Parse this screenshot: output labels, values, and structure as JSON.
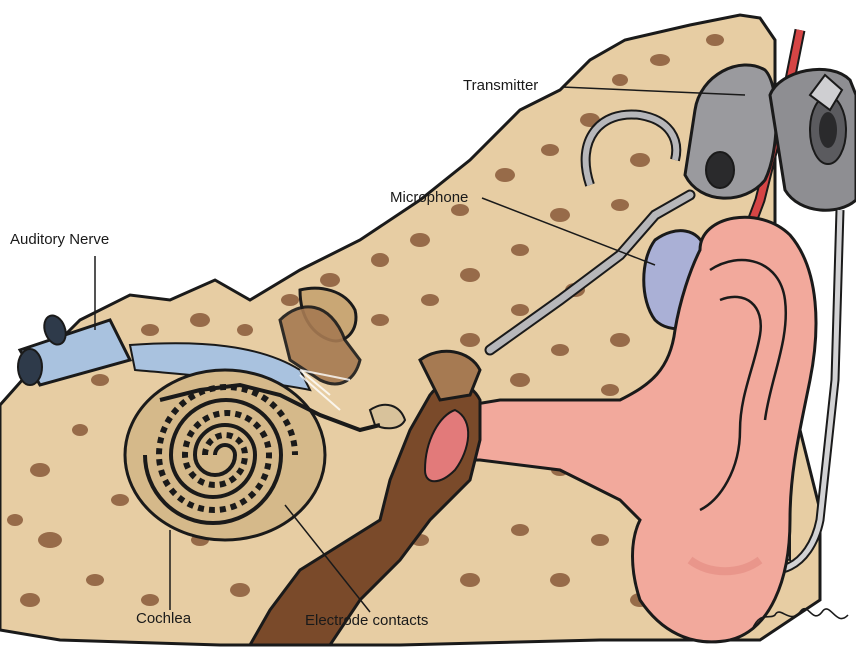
{
  "labels": {
    "transmitter": "Transmitter",
    "microphone": "Microphone",
    "auditory_nerve": "Auditory Nerve",
    "cochlea": "Cochlea",
    "electrode_contacts": "Electrode contacts"
  },
  "colors": {
    "bone": "#e7cda3",
    "bone_spots": "#8a5a3a",
    "skin": "#f2a99c",
    "skin_shadow": "#e58f84",
    "canal_brown": "#7a4a2a",
    "nerve_blue": "#a9c2df",
    "device_gray": "#9a9a9e",
    "device_dark": "#3a3a3c",
    "mic_blue": "#aab0d6",
    "cable_red": "#d64545",
    "outline": "#1a1a1a"
  },
  "icons": {
    "signature": "artist-signature"
  }
}
